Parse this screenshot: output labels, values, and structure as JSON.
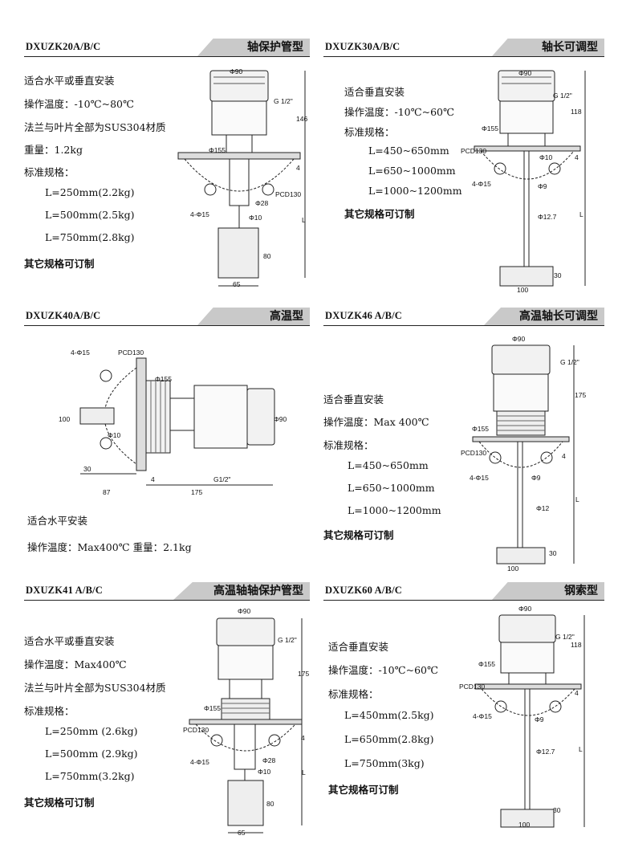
{
  "panels": [
    {
      "model": "DXUZK20A/B/C",
      "title": "轴保护管型",
      "lines": [
        "适合水平或垂直安装",
        "操作温度：-10℃~80℃",
        "法兰与叶片全部为SUS304材质",
        "重量：1.2kg",
        "标准规格："
      ],
      "specs": [
        "L=250mm(2.2kg)",
        "L=500mm(2.5kg)",
        "L=750mm(2.8kg)"
      ],
      "note": "其它规格可订制",
      "dims": {
        "d90": "Φ90",
        "g": "G 1/2\"",
        "h146": "146",
        "d155": "Φ155",
        "h4": "4",
        "pcd": "PCD130",
        "d28": "Φ28",
        "holes": "4-Φ15",
        "d10": "Φ10",
        "L": "L",
        "h80": "80",
        "w65": "65"
      }
    },
    {
      "model": "DXUZK30A/B/C",
      "title": "轴长可调型",
      "lines": [
        "适合垂直安装",
        "操作温度：-10℃~60℃",
        "标准规格："
      ],
      "specs": [
        "L=450~650mm",
        "L=650~1000mm",
        "L=1000~1200mm"
      ],
      "note": "其它规格可订制",
      "dims": {
        "d90": "Φ90",
        "g": "G 1/2\"",
        "h118": "118",
        "d155": "Φ155",
        "pcd": "PCD130",
        "d10": "Φ10",
        "h4": "4",
        "holes": "4-Φ15",
        "d9": "Φ9",
        "d127": "Φ12.7",
        "L": "L",
        "h30": "30",
        "w100": "100"
      }
    },
    {
      "model": "DXUZK40A/B/C",
      "title": "高温型",
      "lines": [
        "适合水平安装",
        "操作温度：Max400℃  重量：2.1kg"
      ],
      "dims": {
        "holes": "4-Φ15",
        "pcd": "PCD130",
        "d155": "Φ155",
        "h100": "100",
        "d10": "Φ10",
        "d90": "Φ90",
        "w30": "30",
        "w87": "87",
        "w4": "4",
        "w175": "175",
        "g": "G1/2\""
      }
    },
    {
      "model": "DXUZK46 A/B/C",
      "title": "高温轴长可调型",
      "lines": [
        "适合垂直安装",
        "操作温度：Max 400℃",
        "标准规格："
      ],
      "specs": [
        "L=450~650mm",
        "L=650~1000mm",
        "L=1000~1200mm"
      ],
      "note": "其它规格可订制",
      "dims": {
        "d90": "Φ90",
        "g": "G 1/2\"",
        "h175": "175",
        "d155": "Φ155",
        "pcd": "PCD130",
        "h4": "4",
        "holes": "4-Φ15",
        "d9": "Φ9",
        "d12": "Φ12",
        "L": "L",
        "h30": "30",
        "w100": "100"
      }
    },
    {
      "model": "DXUZK41 A/B/C",
      "title": "高温轴轴保护管型",
      "lines": [
        "适合水平或垂直安装",
        "操作温度：Max400℃",
        "法兰与叶片全部为SUS304材质",
        "标准规格："
      ],
      "specs": [
        "L=250mm (2.6kg)",
        "L=500mm (2.9kg)",
        "L=750mm(3.2kg)"
      ],
      "note": "其它规格可订制",
      "dims": {
        "d90": "Φ90",
        "g": "G 1/2\"",
        "h175": "175",
        "d155": "Φ155",
        "h4": "4",
        "pcd": "PCD130",
        "holes": "4-Φ15",
        "d28": "Φ28",
        "d10": "Φ10",
        "L": "L",
        "h80": "80",
        "w65": "65"
      }
    },
    {
      "model": "DXUZK60 A/B/C",
      "title": "钢索型",
      "lines": [
        "适合垂直安装",
        "操作温度：-10℃~60℃",
        "标准规格："
      ],
      "specs": [
        "L=450mm(2.5kg)",
        "L=650mm(2.8kg)",
        "L=750mm(3kg)"
      ],
      "note": "其它规格可订制",
      "dims": {
        "d90": "Φ90",
        "g": "G 1/2\"",
        "h118": "118",
        "d155": "Φ155",
        "pcd": "PCD130",
        "h4": "4",
        "holes": "4-Φ15",
        "d9": "Φ9",
        "d127": "Φ12.7",
        "L": "L",
        "h30": "30",
        "w100": "100"
      }
    }
  ]
}
